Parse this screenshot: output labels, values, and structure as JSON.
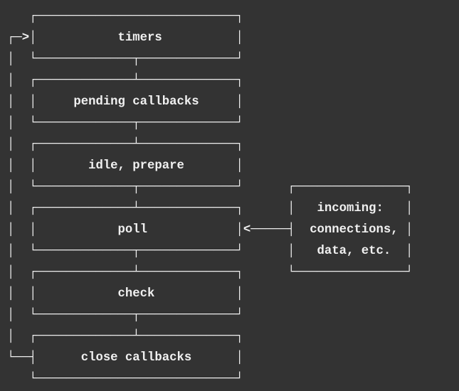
{
  "colors": {
    "background": "#333333",
    "foreground": "#f0f0f0"
  },
  "event_loop_phases": [
    "timers",
    "pending callbacks",
    "idle, prepare",
    "poll",
    "check",
    "close callbacks"
  ],
  "incoming_box": {
    "lines": [
      "incoming:",
      "connections,",
      "data, etc."
    ],
    "arrow_target": "poll"
  },
  "loop_arrow": {
    "from": "close callbacks",
    "to": "timers"
  },
  "diagram": {
    "rows": [
      {
        "name": "timers-box-top-border",
        "text": "   ┌───────────────────────────┐"
      },
      {
        "name": "timers-label-row",
        "text": "┌─>│           timers          │"
      },
      {
        "name": "timers-box-bottom-border",
        "text": "│  └─────────────┬─────────────┘"
      },
      {
        "name": "pending-callbacks-box-top-border",
        "text": "│  ┌─────────────┴─────────────┐"
      },
      {
        "name": "pending-callbacks-label-row",
        "text": "│  │     pending callbacks     │"
      },
      {
        "name": "pending-callbacks-box-bottom-border",
        "text": "│  └─────────────┬─────────────┘"
      },
      {
        "name": "idle-prepare-box-top-border",
        "text": "│  ┌─────────────┴─────────────┐"
      },
      {
        "name": "idle-prepare-label-row",
        "text": "│  │       idle, prepare       │"
      },
      {
        "name": "idle-prepare-bottom-and-incoming-top",
        "text": "│  └─────────────┬─────────────┘      ┌───────────────┐"
      },
      {
        "name": "poll-top-and-incoming-label-row",
        "text": "│  ┌─────────────┴─────────────┐      │   incoming:   │"
      },
      {
        "name": "poll-label-and-incoming-arrow-row",
        "text": "│  │           poll            │<─────┤  connections, │"
      },
      {
        "name": "poll-bottom-and-incoming-data-row",
        "text": "│  └─────────────┬─────────────┘      │   data, etc.  │"
      },
      {
        "name": "check-top-and-incoming-bottom-row",
        "text": "│  ┌─────────────┴─────────────┐      └───────────────┘"
      },
      {
        "name": "check-label-row",
        "text": "│  │           check           │"
      },
      {
        "name": "check-box-bottom-border",
        "text": "│  └─────────────┬─────────────┘"
      },
      {
        "name": "close-callbacks-box-top-border",
        "text": "│  ┌─────────────┴─────────────┐"
      },
      {
        "name": "close-callbacks-label-and-loop-row",
        "text": "└──┤      close callbacks      │"
      },
      {
        "name": "close-callbacks-box-bottom-border",
        "text": "   └───────────────────────────┘"
      }
    ]
  }
}
